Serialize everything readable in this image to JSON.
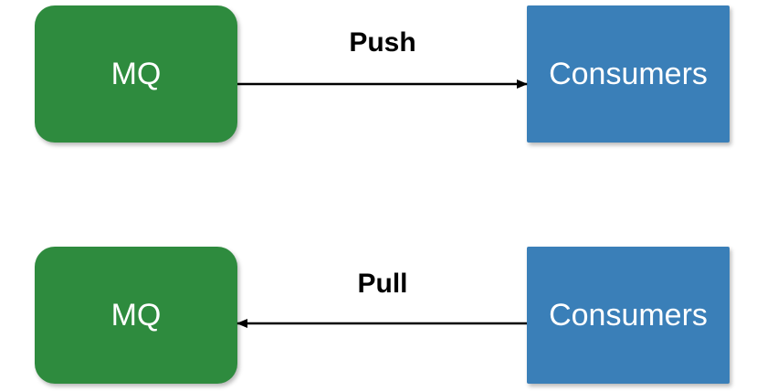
{
  "rows": [
    {
      "mq_label": "MQ",
      "consumers_label": "Consumers",
      "edge_label": "Push",
      "direction": "mq-to-consumers"
    },
    {
      "mq_label": "MQ",
      "consumers_label": "Consumers",
      "edge_label": "Pull",
      "direction": "consumers-to-mq"
    }
  ],
  "colors": {
    "mq_fill": "#2e8b3e",
    "consumers_fill": "#3a7fb8",
    "arrow": "#000000",
    "box_text": "#ffffff"
  }
}
